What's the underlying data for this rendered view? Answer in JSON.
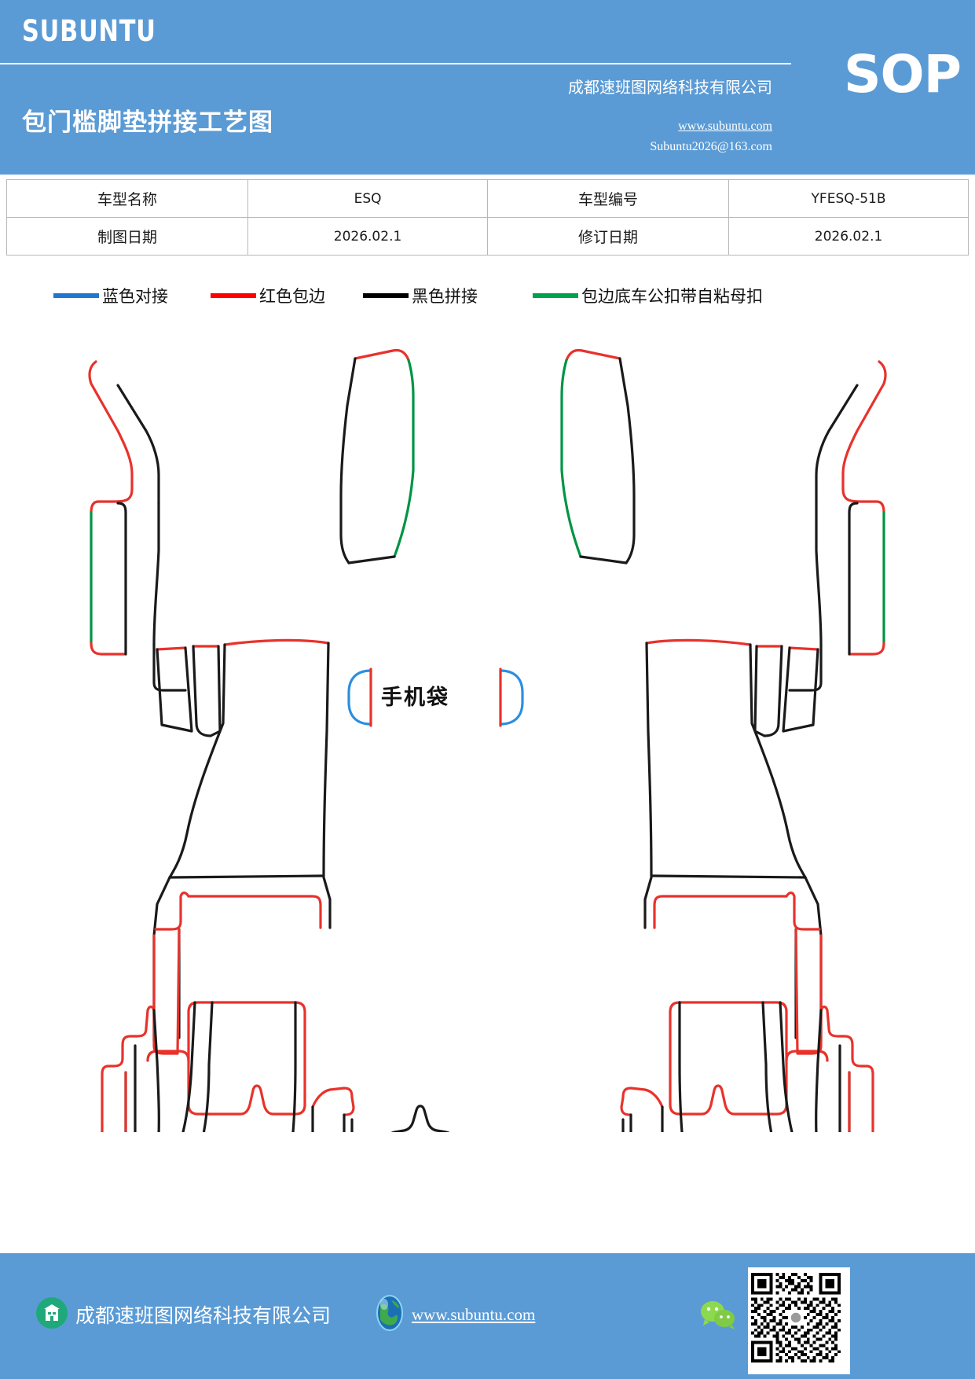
{
  "header": {
    "brand": "SUBUNTU",
    "doc_type": "SOP",
    "title": "包门槛脚垫拼接工艺图",
    "company": "成都速班图网络科技有限公司",
    "website": "www.subuntu.com",
    "email": "Subuntu2026@163.com",
    "bg_color": "#5B9BD5"
  },
  "info_table": {
    "rows": [
      {
        "label1": "车型名称",
        "value1": "ESQ",
        "label2": "车型编号",
        "value2": "YFESQ-51B"
      },
      {
        "label1": "制图日期",
        "value1": "2026.02.1",
        "label2": "修订日期",
        "value2": "2026.02.1"
      }
    ]
  },
  "legend": {
    "items": [
      {
        "label": "蓝色对接",
        "color": "#1F77D0"
      },
      {
        "label": "红色包边",
        "color": "#FF0000"
      },
      {
        "label": "黑色拼接",
        "color": "#000000"
      },
      {
        "label": "包边底车公扣带自粘母扣",
        "color": "#00A14B"
      }
    ]
  },
  "drawing": {
    "pocket_label": "手机袋",
    "stroke_colors": {
      "red": "#E8322B",
      "black": "#1A1A1A",
      "green": "#009444",
      "blue": "#2B8FE0"
    }
  },
  "footer": {
    "company": "成都速班图网络科技有限公司",
    "website": "www.subuntu.com",
    "bg_color": "#5B9BD5"
  }
}
